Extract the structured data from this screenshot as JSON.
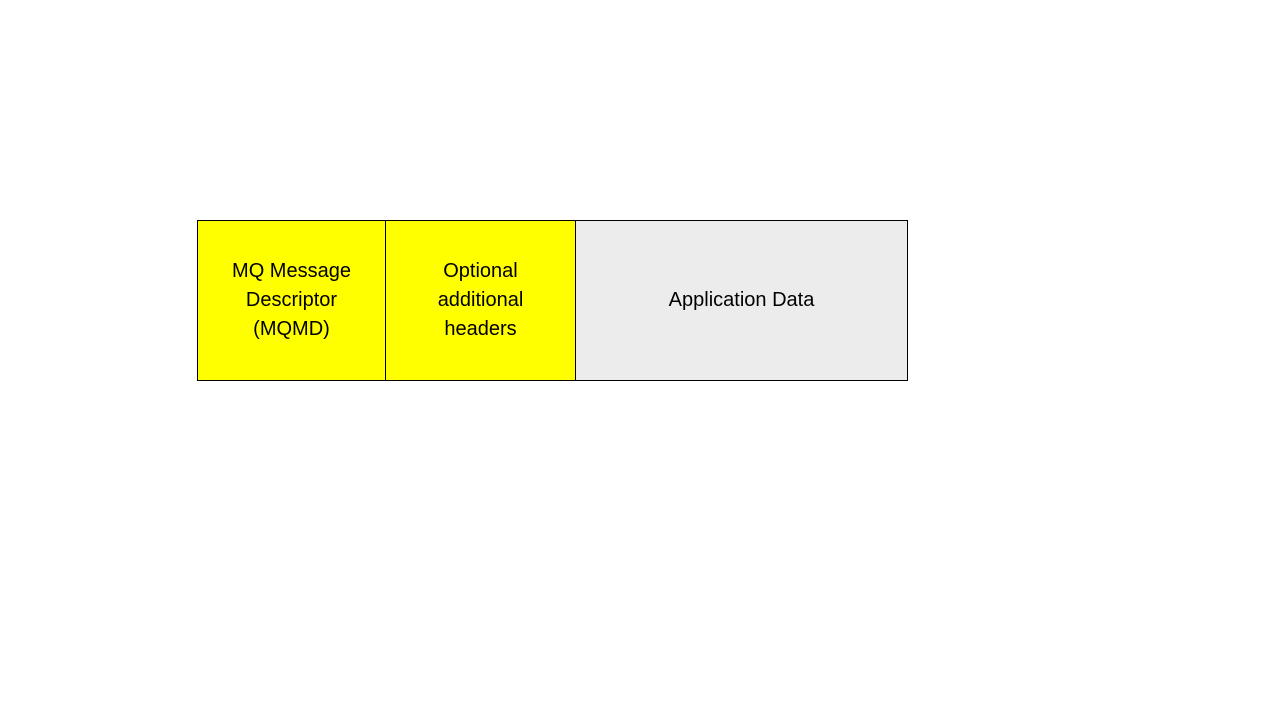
{
  "slide": {
    "background_color": "#ffffff"
  },
  "diagram": {
    "border_color": "#000000",
    "text_color": "#000000",
    "cells": [
      {
        "name": "mq-message-descriptor",
        "label": "MQ Message\nDescriptor\n(MQMD)",
        "bg": "#FFFF00"
      },
      {
        "name": "optional-additional-headers",
        "label": "Optional\nadditional\nheaders",
        "bg": "#FFFF00"
      },
      {
        "name": "application-data",
        "label": "Application Data",
        "bg": "#ECECEC"
      }
    ]
  }
}
